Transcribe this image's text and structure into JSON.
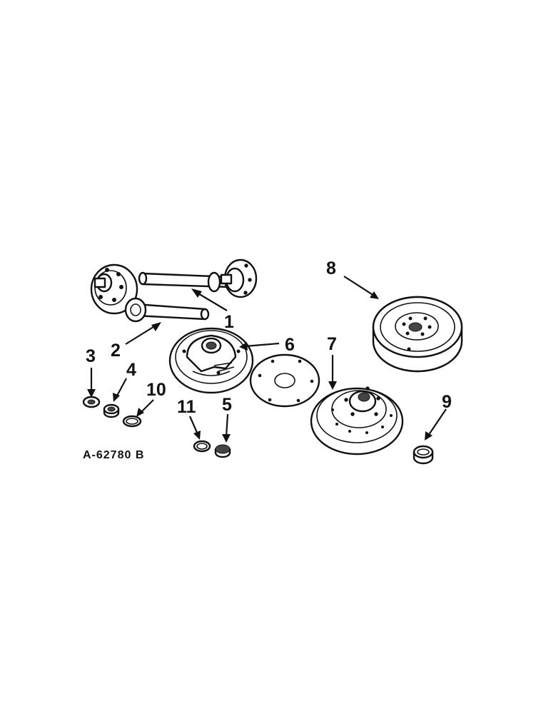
{
  "diagram": {
    "drawing_number": "A-62780 B",
    "callouts": [
      {
        "id": "1",
        "text": "1"
      },
      {
        "id": "2",
        "text": "2"
      },
      {
        "id": "3",
        "text": "3"
      },
      {
        "id": "4",
        "text": "4"
      },
      {
        "id": "5",
        "text": "5"
      },
      {
        "id": "6",
        "text": "6"
      },
      {
        "id": "7",
        "text": "7"
      },
      {
        "id": "8",
        "text": "8"
      },
      {
        "id": "9",
        "text": "9"
      },
      {
        "id": "10",
        "text": "10"
      },
      {
        "id": "11",
        "text": "11"
      }
    ]
  }
}
